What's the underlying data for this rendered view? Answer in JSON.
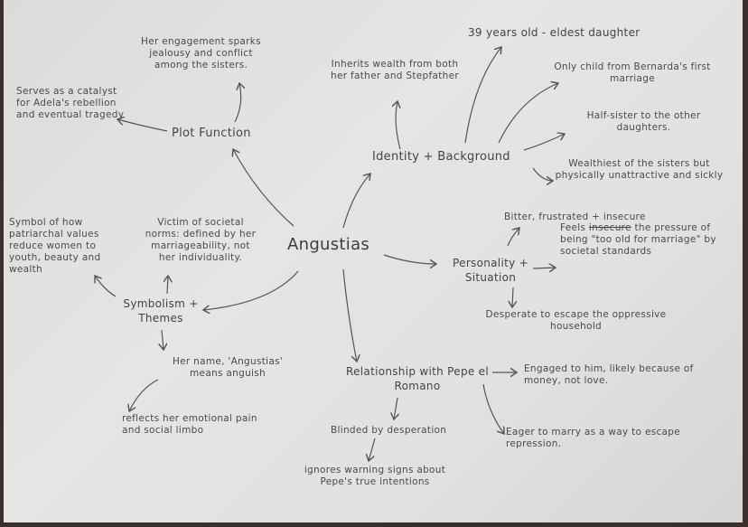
{
  "center": "Angustias",
  "plot_function": {
    "label": "Plot Function",
    "notes": [
      "Her engagement sparks jealousy and conflict among the sisters.",
      "Serves as a catalyst for Adela's rebellion and eventual tragedy"
    ]
  },
  "identity": {
    "label": "Identity + Background",
    "notes": [
      "Inherits wealth from both her father and Stepfather",
      "39 years old - eldest daughter",
      "Only child from Bernarda's first marriage",
      "Half-sister to the other daughters.",
      "Wealthiest of the sisters but physically unattractive and sickly"
    ]
  },
  "personality": {
    "label": "Personality + Situation",
    "notes": [
      "Bitter, frustrated + insecure",
      "Desperate to escape the oppressive household"
    ],
    "feels": {
      "prefix": "Feels",
      "struck": "insecure",
      "rest": "the pressure of being \"too old for marriage\" by societal standards"
    }
  },
  "symbolism": {
    "label": "Symbolism + Themes",
    "notes": [
      "Victim of societal norms: defined by her marriageability, not her individuality.",
      "Symbol of how patriarchal values reduce women to youth, beauty and wealth",
      "Her name, 'Angustias' means anguish",
      "reflects her emotional pain and social limbo"
    ]
  },
  "relationship": {
    "label": "Relationship with Pepe el Romano",
    "notes": [
      "Engaged to him, likely because of money, not love.",
      "Eager to marry as a way to escape repression.",
      "Blinded by desperation",
      "ignores warning signs about Pepe's true intentions"
    ]
  }
}
